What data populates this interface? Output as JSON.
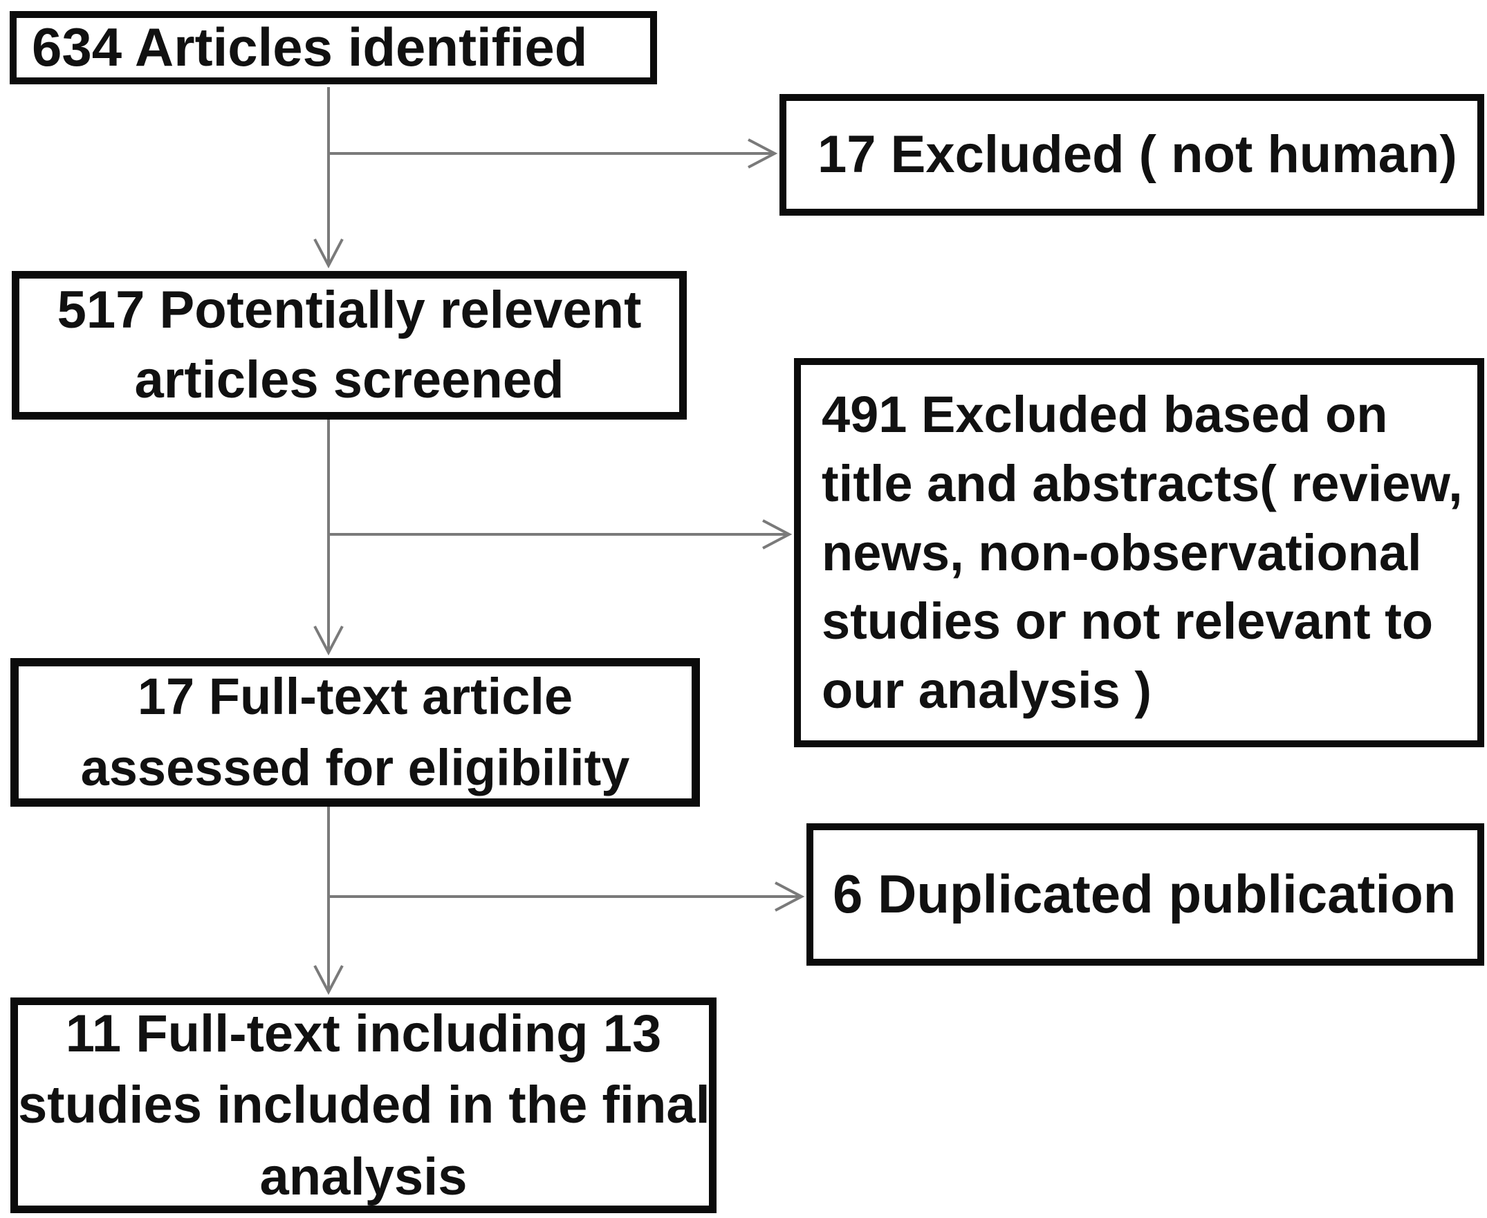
{
  "diagram": {
    "type": "flowchart",
    "description": "Article selection flow diagram (PRISMA-style study screening flow)",
    "colors": {
      "background": "#ffffff",
      "box_border": "#0b0b0b",
      "text": "#111111",
      "arrow": "#7a7a7a"
    },
    "boxes": {
      "identified": {
        "lines": [
          "634 Articles identified"
        ]
      },
      "excluded_not_human": {
        "lines": [
          "17 Excluded ( not human)"
        ]
      },
      "screened": {
        "lines": [
          "517 Potentially relevent",
          "articles screened"
        ]
      },
      "excluded_title_abstract": {
        "lines": [
          "491 Excluded based on",
          "title and abstracts( review,",
          "news, non-observational",
          "studies or not relevant to",
          "our analysis )"
        ]
      },
      "fulltext_assessed": {
        "lines": [
          "17 Full-text article",
          "assessed for eligibility"
        ]
      },
      "duplicated": {
        "lines": [
          "6 Duplicated publication"
        ]
      },
      "final_included": {
        "lines": [
          "11 Full-text including 13",
          "studies included in the final",
          "analysis"
        ]
      }
    },
    "edges": [
      {
        "from": "identified",
        "to": "screened"
      },
      {
        "from": "identified",
        "to": "excluded_not_human"
      },
      {
        "from": "screened",
        "to": "fulltext_assessed"
      },
      {
        "from": "screened",
        "to": "excluded_title_abstract"
      },
      {
        "from": "fulltext_assessed",
        "to": "final_included"
      },
      {
        "from": "fulltext_assessed",
        "to": "duplicated"
      }
    ]
  }
}
